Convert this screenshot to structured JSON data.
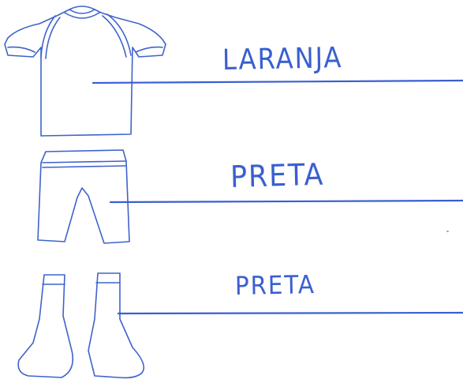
{
  "kit": {
    "shirt_color": "LARANJA",
    "shorts_color": "PRETA",
    "socks_color": "PRETA"
  },
  "colors": {
    "ink": "#3a5fd0",
    "paper": "#ffffff"
  }
}
